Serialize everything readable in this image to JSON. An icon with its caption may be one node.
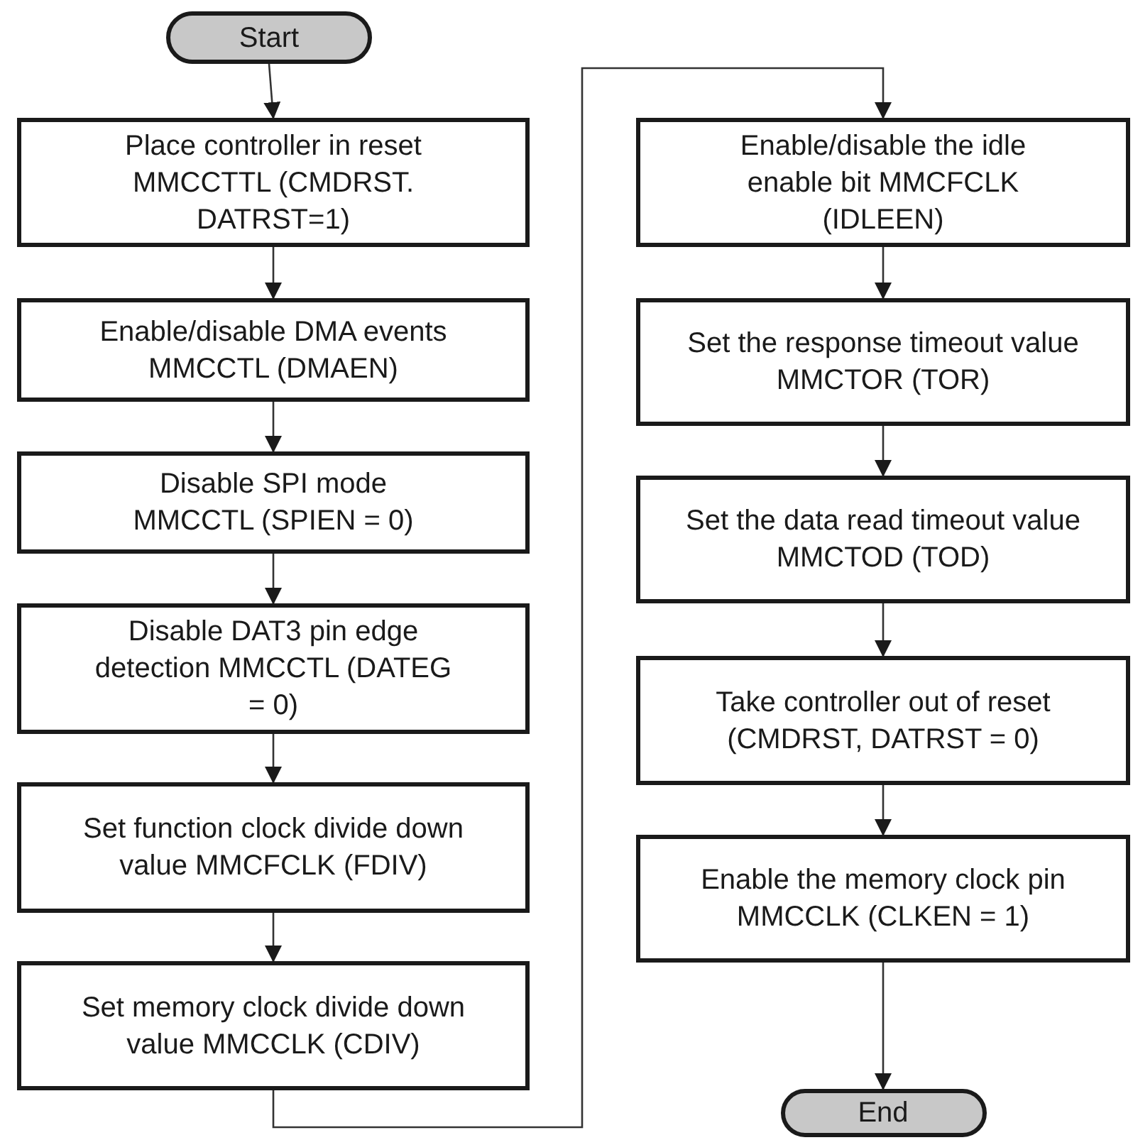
{
  "diagram": {
    "nodes": [
      {
        "text": [
          "Start"
        ]
      },
      {
        "text": [
          "Place controller in reset MMCCTTL (CMDRST. DATRST=1)"
        ]
      },
      {
        "text": [
          "Enable/disable DMA events MMCCTL (DMAEN)"
        ]
      },
      {
        "text": [
          "Disable SPI mode MMCCTL (SPIEN = 0)"
        ]
      },
      {
        "text": [
          "Disable DAT3 pin edge detection MMCCTL (DATEG = 0)"
        ]
      },
      {
        "text": [
          "Set function clock divide down value MMCFCLK (FDIV)"
        ]
      },
      {
        "text": [
          "Set memory clock divide down value MMCCLK (CDIV)"
        ]
      },
      {
        "text": [
          "Enable/disable the idle enable bit MMCFCLK (IDLEEN)"
        ]
      },
      {
        "text": [
          "Set the response timeout value MMCTOR (TOR)"
        ]
      },
      {
        "text": [
          "Set the data read timeout value MMCTOD (TOD)"
        ]
      },
      {
        "text": [
          "Take controller out of reset (CMDRST, DATRST = 0)"
        ]
      },
      {
        "text": [
          "Enable the memory clock pin MMCCLK (CLKEN = 1)"
        ]
      },
      {
        "text": [
          "End"
        ]
      }
    ],
    "edges": [
      {
        "from": 0,
        "to": 1,
        "arrow": "to"
      },
      {
        "from": 1,
        "to": 2,
        "arrow": "to"
      },
      {
        "from": 2,
        "to": 3,
        "arrow": "to"
      },
      {
        "from": 3,
        "to": 4,
        "arrow": "to"
      },
      {
        "from": 4,
        "to": 5,
        "arrow": "to"
      },
      {
        "from": 5,
        "to": 6,
        "arrow": "to"
      },
      {
        "from": 6,
        "to": 7,
        "arrow": "to"
      },
      {
        "from": 7,
        "to": 8,
        "arrow": "to"
      },
      {
        "from": 8,
        "to": 9,
        "arrow": "to"
      },
      {
        "from": 9,
        "to": 10,
        "arrow": "to"
      },
      {
        "from": 10,
        "to": 11,
        "arrow": "to"
      },
      {
        "from": 11,
        "to": 12,
        "arrow": "to"
      }
    ]
  }
}
